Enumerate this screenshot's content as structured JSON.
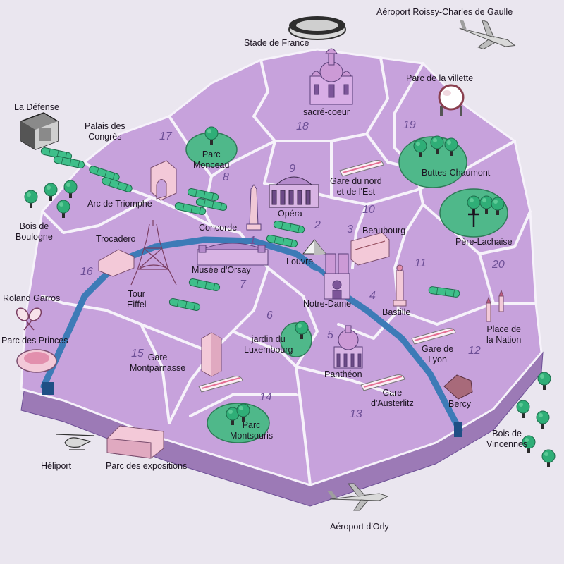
{
  "colors": {
    "background": "#eae6ef",
    "arrondissement_fill": "#c7a2dc",
    "arrondissement_side": "#9c7ab6",
    "street_lines": "#f6f2fa",
    "river": "#3d7bb7",
    "park_fill": "#4fb88a",
    "tree_canopy": "#2fae77",
    "tree_trunk": "#2b2b2b",
    "monument": "#cc9ad6"
  },
  "landmarks": {
    "stade_de_france": "Stade de France",
    "roissy": "Aéroport Roissy-Charles de Gaulle",
    "villette": "Parc de la villette",
    "sacre_coeur": "sacré-coeur",
    "defense": "La Défense",
    "palais_congres": "Palais des\nCongrès",
    "parc_monceau": "Parc\nMonceau",
    "opera": "Opéra",
    "gare_nord_est": "Gare du nord\net de l'Est",
    "buttes_chaumont": "Buttes-Chaumont",
    "arc_triomphe": "Arc de Triomphe",
    "concorde": "Concorde",
    "bois_boulogne": "Bois de\nBoulogne",
    "trocadero": "Trocadero",
    "beaubourg": "Beaubourg",
    "pere_lachaise": "Père-Lachaise",
    "louvre": "Louvre",
    "musee_orsay": "Musée d'Orsay",
    "roland_garros": "Roland Garros",
    "tour_eiffel": "Tour\nEiffel",
    "notre_dame": "Notre-Dame",
    "bastille": "Bastille",
    "place_nation": "Place de\nla Nation",
    "parc_princes": "Parc des Princes",
    "jardin_luxembourg": "jardin du\nLuxembourg",
    "gare_lyon": "Gare de\nLyon",
    "gare_montparnasse": "Gare\nMontparnasse",
    "pantheon": "Panthéon",
    "gare_austerlitz": "Gare\nd'Austerlitz",
    "bercy": "Bercy",
    "parc_montsouris": "Parc\nMontsouris",
    "bois_vincennes": "Bois de\nVincennes",
    "heliport": "Héliport",
    "parc_expositions": "Parc des expositions",
    "orly": "Aéroport d'Orly"
  },
  "arrondissements": {
    "a1": "1",
    "a2": "2",
    "a3": "3",
    "a4": "4",
    "a5": "5",
    "a6": "6",
    "a7": "7",
    "a8": "8",
    "a9": "9",
    "a10": "10",
    "a11": "11",
    "a12": "12",
    "a13": "13",
    "a14": "14",
    "a15": "15",
    "a16": "16",
    "a17": "17",
    "a18": "18",
    "a19": "19",
    "a20": "20"
  }
}
